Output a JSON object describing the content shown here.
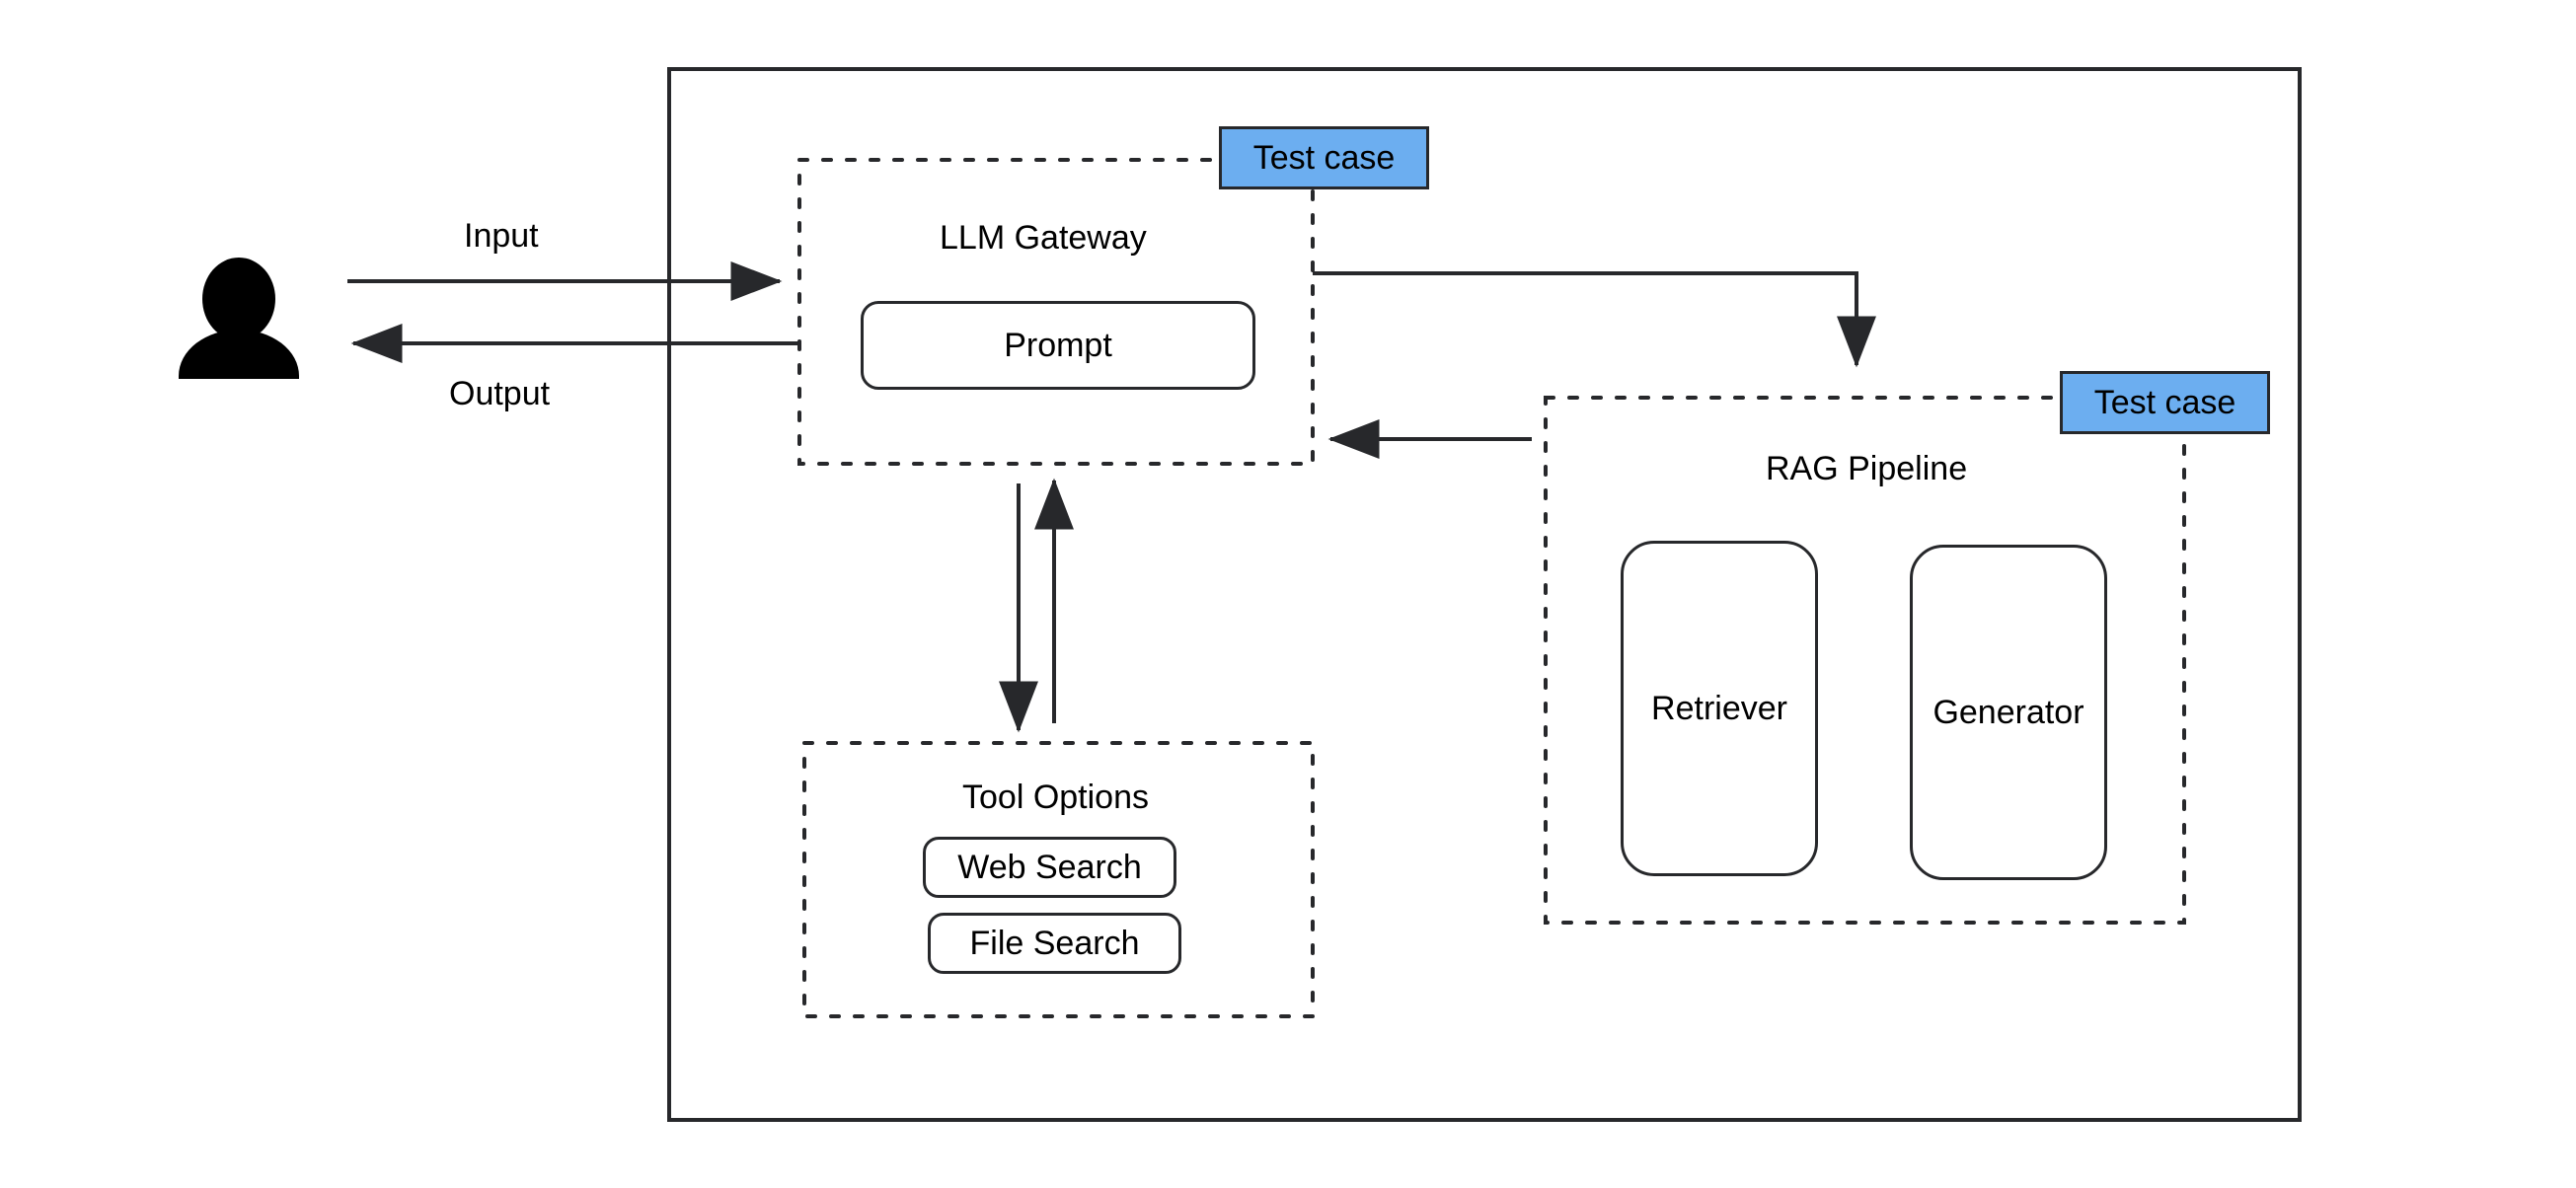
{
  "diagram": {
    "title": "LLM Gateway RAG architecture with test case hooks",
    "accent_color": "#6CAEF0",
    "stroke_color": "#27282b",
    "background_color": "#ffffff"
  },
  "actor": {
    "name": "user-person-icon",
    "icon": "person-icon"
  },
  "edges": {
    "input_label": "Input",
    "output_label": "Output"
  },
  "outer_container": {
    "name": "system-boundary"
  },
  "llm_gateway": {
    "title": "LLM Gateway",
    "badge": "Test case",
    "prompt": "Prompt"
  },
  "tool_options": {
    "title": "Tool Options",
    "items": [
      {
        "label": "Web Search"
      },
      {
        "label": "File Search"
      }
    ]
  },
  "rag_pipeline": {
    "title": "RAG Pipeline",
    "badge": "Test case",
    "items": [
      {
        "label": "Retriever"
      },
      {
        "label": "Generator"
      }
    ]
  }
}
